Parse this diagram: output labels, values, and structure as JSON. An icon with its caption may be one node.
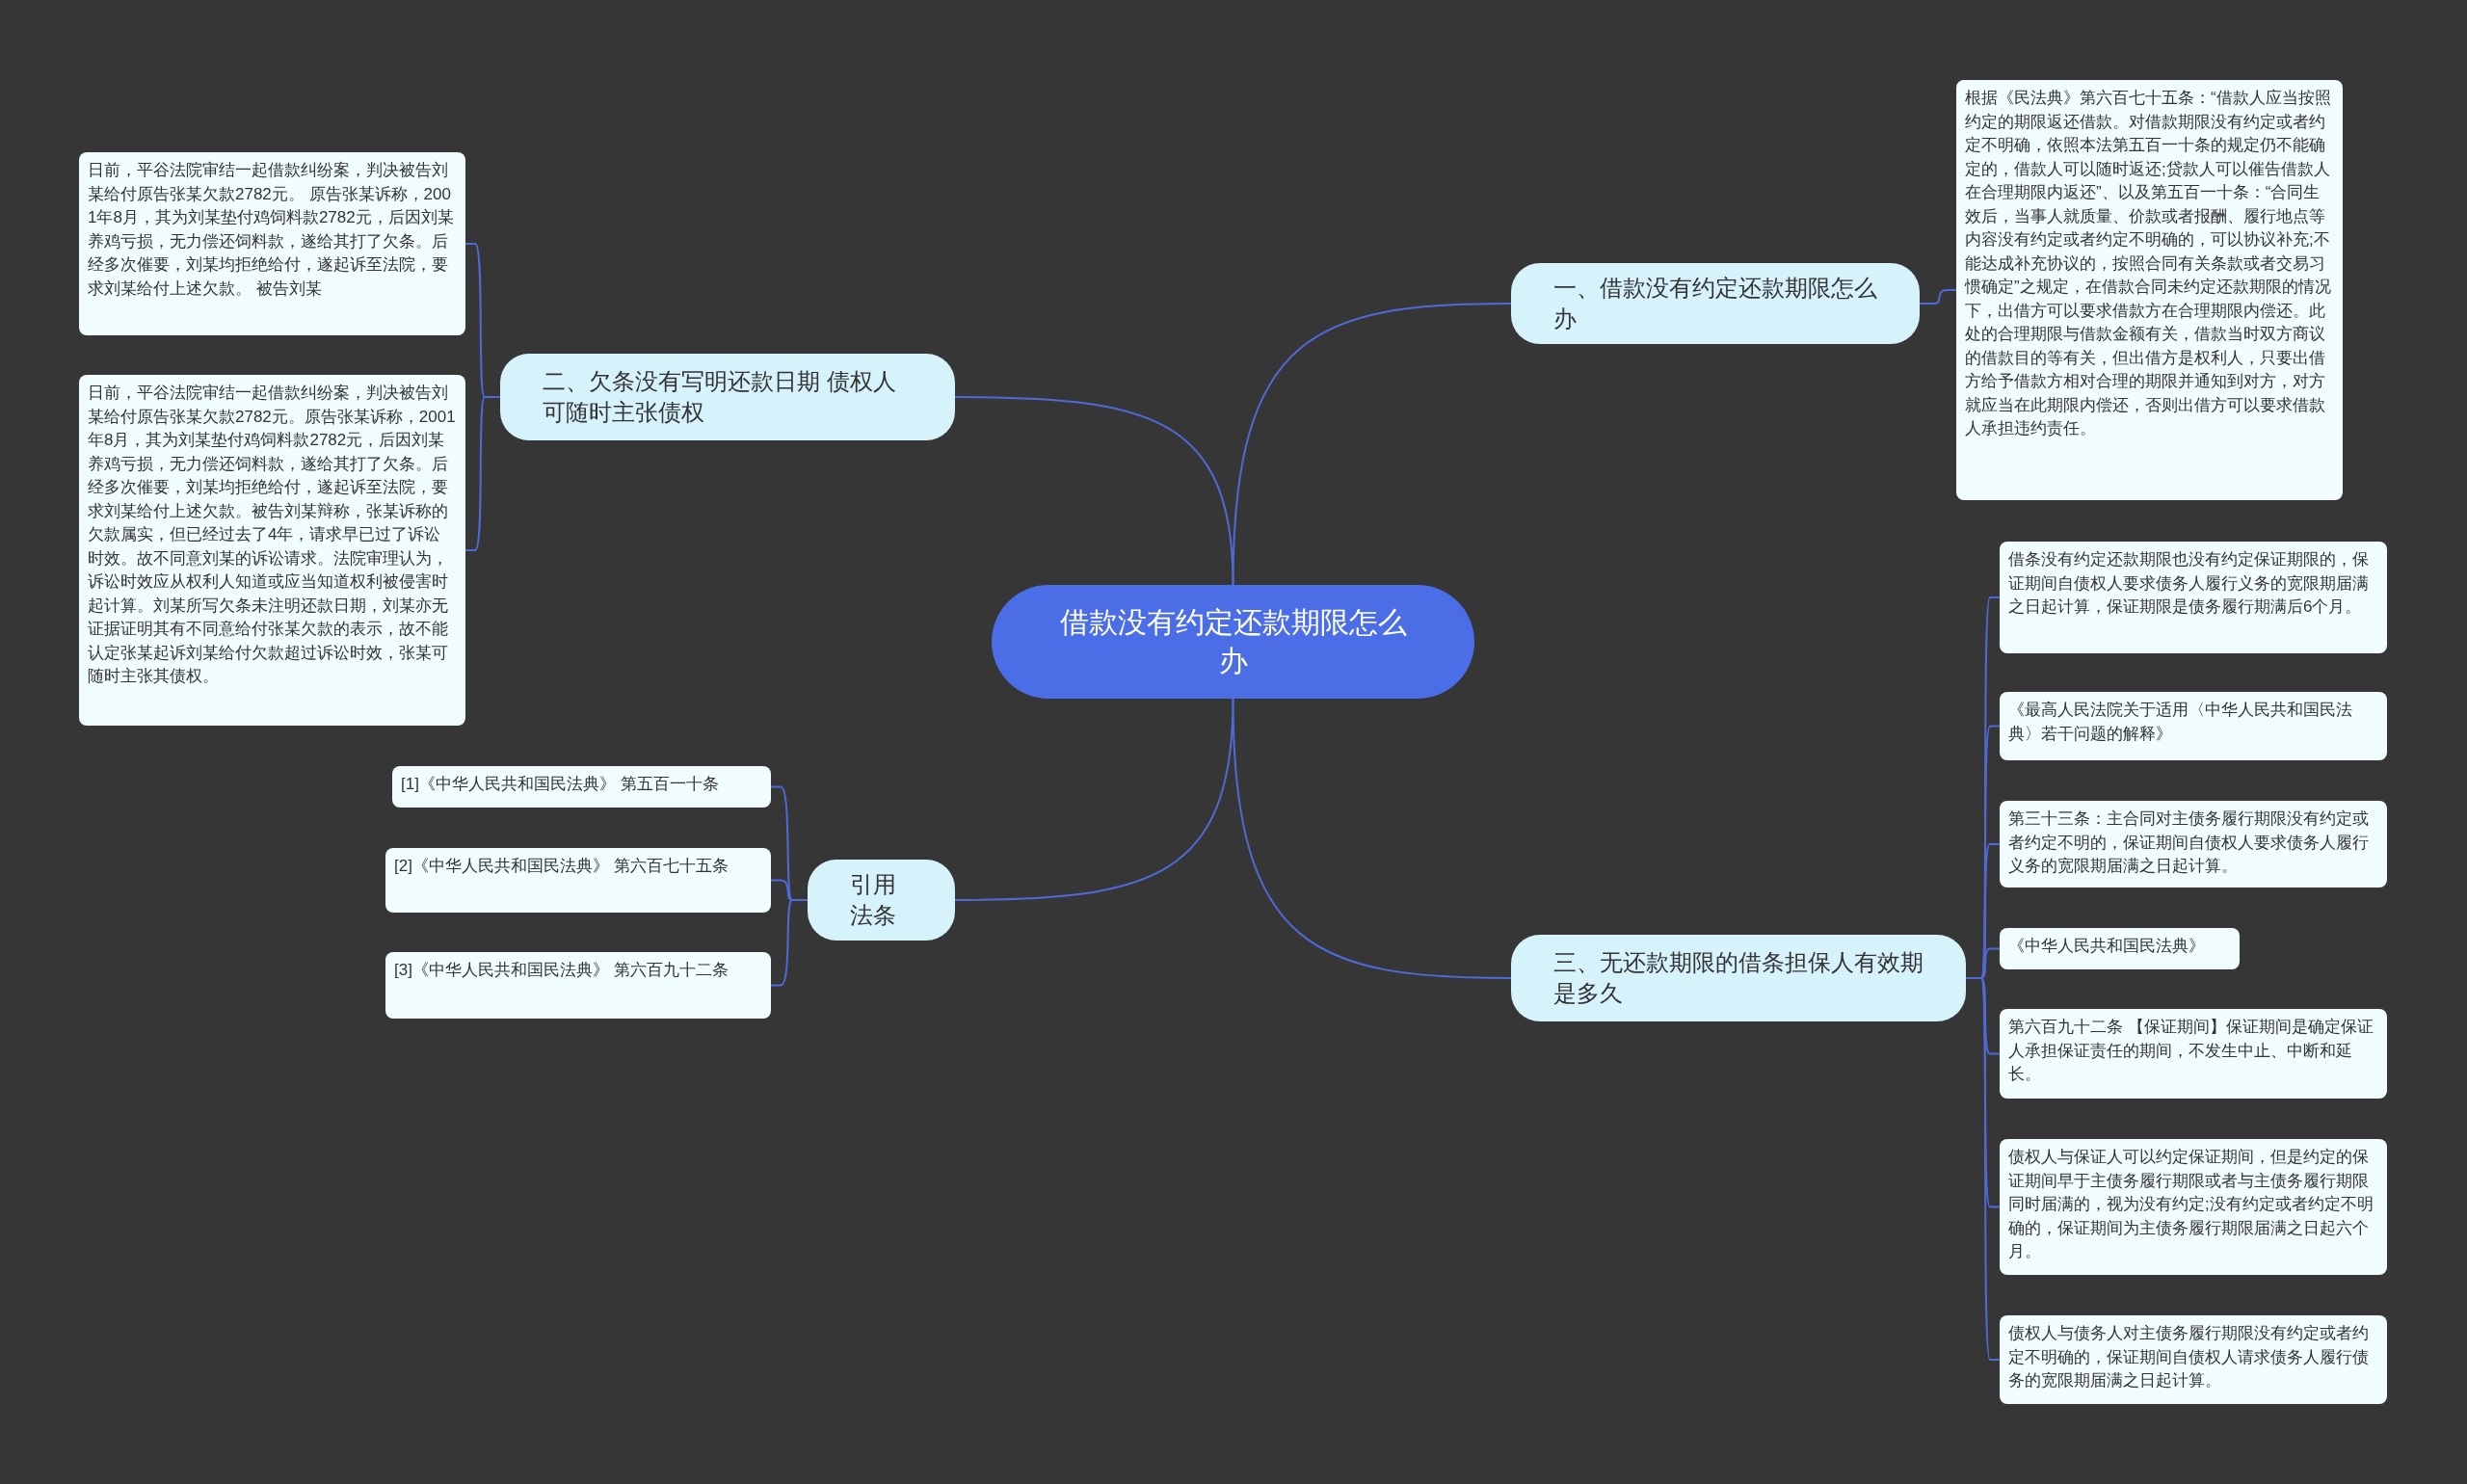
{
  "diagram": {
    "nodes": [
      {
        "text": [
          "借款没有约定还款期限怎么办"
        ]
      },
      {
        "text": [
          "一、借款没有约定还款期限怎么办"
        ]
      },
      {
        "text": [
          "根据《民法典》第六百七十五条：“借款人应当按照约定的期限返还借款。对借款期限没有约定或者约定不明确，依照本法第五百一十条的规定仍不能确定的，借款人可以随时返还;贷款人可以催告借款人在合理期限内返还”、以及第五百一十条：“合同生效后，当事人就质量、价款或者报酬、履行地点等内容没有约定或者约定不明确的，可以协议补充;不能达成补充协议的，按照合同有关条款或者交易习惯确定”之规定，在借款合同未约定还款期限的情况下，出借方可以要求借款方在合理期限内偿还。此处的合理期限与借款金额有关，借款当时双方商议的借款目的等有关，但出借方是权利人，只要出借方给予借款方相对合理的期限并通知到对方，对方就应当在此期限内偿还，否则出借方可以要求借款人承担违约责任。"
        ]
      },
      {
        "text": [
          "二、欠条没有写明还款日期 债权人可随时主张债权"
        ]
      },
      {
        "text": [
          "日前，平谷法院审结一起借款纠纷案，判决被告刘某给付原告张某欠款2782元。 原告张某诉称，2001年8月，其为刘某垫付鸡饲料款2782元，后因刘某养鸡亏损，无力偿还饲料款，遂给其打了欠条。后经多次催要，刘某均拒绝给付，遂起诉至法院，要求刘某给付上述欠款。 被告刘某"
        ]
      },
      {
        "text": [
          "日前，平谷法院审结一起借款纠纷案，判决被告刘某给付原告张某欠款2782元。原告张某诉称，2001年8月，其为刘某垫付鸡饲料款2782元，后因刘某养鸡亏损，无力偿还饲料款，遂给其打了欠条。后经多次催要，刘某均拒绝给付，遂起诉至法院，要求刘某给付上述欠款。被告刘某辩称，张某诉称的欠款属实，但已经过去了4年，请求早已过了诉讼时效。故不同意刘某的诉讼请求。法院审理认为，诉讼时效应从权利人知道或应当知道权利被侵害时起计算。刘某所写欠条未注明还款日期，刘某亦无证据证明其有不同意给付张某欠款的表示，故不能认定张某起诉刘某给付欠款超过诉讼时效，张某可随时主张其债权。"
        ]
      },
      {
        "text": [
          "引用法条"
        ]
      },
      {
        "text": [
          "[1]《中华人民共和国民法典》 第五百一十条"
        ]
      },
      {
        "text": [
          "[2]《中华人民共和国民法典》 第六百七十五条"
        ]
      },
      {
        "text": [
          "[3]《中华人民共和国民法典》 第六百九十二条"
        ]
      },
      {
        "text": [
          "三、无还款期限的借条担保人有效期是多久"
        ]
      },
      {
        "text": [
          "借条没有约定还款期限也没有约定保证期限的，保证期间自债权人要求债务人履行义务的宽限期届满之日起计算，保证期限是债务履行期满后6个月。"
        ]
      },
      {
        "text": [
          "《最高人民法院关于适用〈中华人民共和国民法典〉若干问题的解释》"
        ]
      },
      {
        "text": [
          "第三十三条：主合同对主债务履行期限没有约定或者约定不明的，保证期间自债权人要求债务人履行义务的宽限期届满之日起计算。"
        ]
      },
      {
        "text": [
          "《中华人民共和国民法典》"
        ]
      },
      {
        "text": [
          "第六百九十二条 【保证期间】保证期间是确定保证人承担保证责任的期间，不发生中止、中断和延长。"
        ]
      },
      {
        "text": [
          "债权人与保证人可以约定保证期间，但是约定的保证期间早于主债务履行期限或者与主债务履行期限同时届满的，视为没有约定;没有约定或者约定不明确的，保证期间为主债务履行期限届满之日起六个月。"
        ]
      },
      {
        "text": [
          "债权人与债务人对主债务履行期限没有约定或者约定不明确的，保证期间自债权人请求债务人履行债务的宽限期届满之日起计算。"
        ]
      }
    ],
    "edges": [
      {
        "from": 0,
        "to": 1,
        "arrow": "none"
      },
      {
        "from": 1,
        "to": 2,
        "arrow": "none"
      },
      {
        "from": 0,
        "to": 3,
        "arrow": "none"
      },
      {
        "from": 3,
        "to": 4,
        "arrow": "none"
      },
      {
        "from": 3,
        "to": 5,
        "arrow": "none"
      },
      {
        "from": 0,
        "to": 6,
        "arrow": "none"
      },
      {
        "from": 6,
        "to": 7,
        "arrow": "none"
      },
      {
        "from": 6,
        "to": 8,
        "arrow": "none"
      },
      {
        "from": 6,
        "to": 9,
        "arrow": "none"
      },
      {
        "from": 0,
        "to": 10,
        "arrow": "none"
      },
      {
        "from": 10,
        "to": 11,
        "arrow": "none"
      },
      {
        "from": 10,
        "to": 12,
        "arrow": "none"
      },
      {
        "from": 10,
        "to": 13,
        "arrow": "none"
      },
      {
        "from": 10,
        "to": 14,
        "arrow": "none"
      },
      {
        "from": 10,
        "to": 15,
        "arrow": "none"
      },
      {
        "from": 10,
        "to": 16,
        "arrow": "none"
      },
      {
        "from": 10,
        "to": 17,
        "arrow": "none"
      }
    ]
  }
}
